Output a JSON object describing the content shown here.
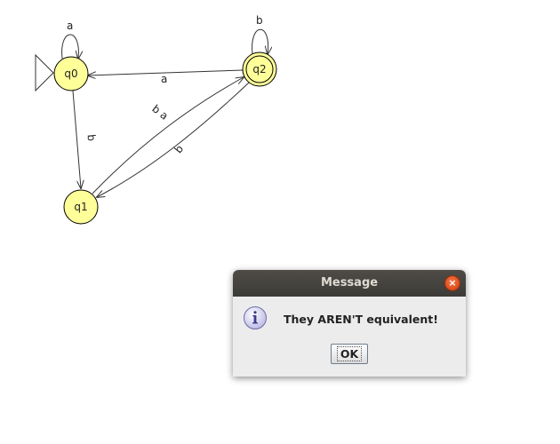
{
  "automaton": {
    "states": [
      {
        "id": "q0",
        "label": "q0",
        "initial": true,
        "final": false
      },
      {
        "id": "q1",
        "label": "q1",
        "initial": false,
        "final": false
      },
      {
        "id": "q2",
        "label": "q2",
        "initial": false,
        "final": true
      }
    ],
    "transitions": [
      {
        "from": "q0",
        "to": "q0",
        "label": "a"
      },
      {
        "from": "q2",
        "to": "q2",
        "label": "b"
      },
      {
        "from": "q2",
        "to": "q0",
        "label": "a"
      },
      {
        "from": "q0",
        "to": "q1",
        "label": "b"
      },
      {
        "from": "q1",
        "to": "q2",
        "label": "b a"
      },
      {
        "from": "q2",
        "to": "q1",
        "label": "b"
      }
    ],
    "colors": {
      "state_fill": "#ffff99",
      "state_stroke": "#000000",
      "edge": "#333333"
    }
  },
  "dialog": {
    "title": "Message",
    "icon": "info-icon",
    "message": "They AREN'T equivalent!",
    "ok_label": "OK",
    "close_icon": "close-icon"
  }
}
